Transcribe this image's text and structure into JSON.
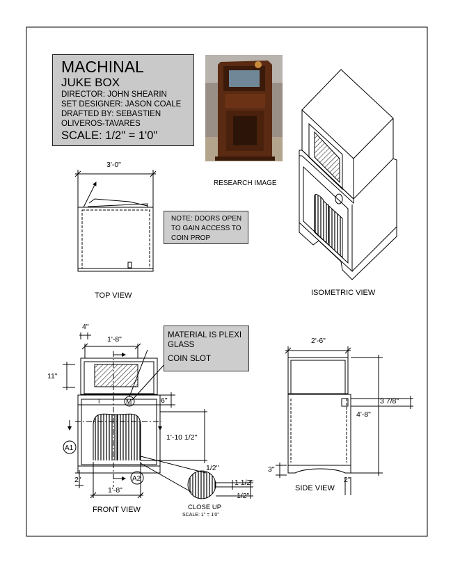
{
  "title_block": {
    "title": "MACHINAL",
    "subtitle": "JUKE BOX",
    "director": "DIRECTOR: JOHN SHEARIN",
    "designer": "SET DESIGNER: JASON COALE",
    "drafted_by": "DRAFTED BY: SEBASTIEN",
    "drafted_by_cont": "OLIVEROS-TAVARES",
    "scale": "SCALE: 1/2\" = 1'0\""
  },
  "research": {
    "caption": "RESEARCH IMAGE"
  },
  "note": {
    "line1": "NOTE: DOORS OPEN",
    "line2": "TO GAIN ACCESS TO",
    "line3": "COIN PROP"
  },
  "material_note": {
    "line1": "MATERIAL IS PLEXI",
    "line2": "GLASS",
    "line3": "COIN SLOT"
  },
  "views": {
    "top": "TOP VIEW",
    "isometric": "ISOMETRIC VIEW",
    "front": "FRONT VIEW",
    "side": "SIDE VIEW",
    "close_up": "CLOSE UP",
    "close_up_scale": "SCALE: 1\" = 1'0\""
  },
  "dimensions": {
    "top_width": "3'-0\"",
    "front_top_offset": "4\"",
    "front_window_width": "1'-8\"",
    "front_window_height": "11\"",
    "front_slot_drop": "6\"",
    "front_grille_height": "1'-10 1/2\"",
    "front_base_height": "2\"",
    "front_grille_width": "1'-8\"",
    "closeup_top": "1/2\"",
    "closeup_mid": "1 1/2\"",
    "closeup_bottom": "1/2\"",
    "side_width": "2'-6\"",
    "side_handle": "3 7/8\"",
    "side_height": "4'-8\"",
    "side_foot": "3\"",
    "side_base": "2\""
  },
  "markers": {
    "a1": "A1",
    "a2": "A2",
    "m": "M",
    "i": "I"
  }
}
